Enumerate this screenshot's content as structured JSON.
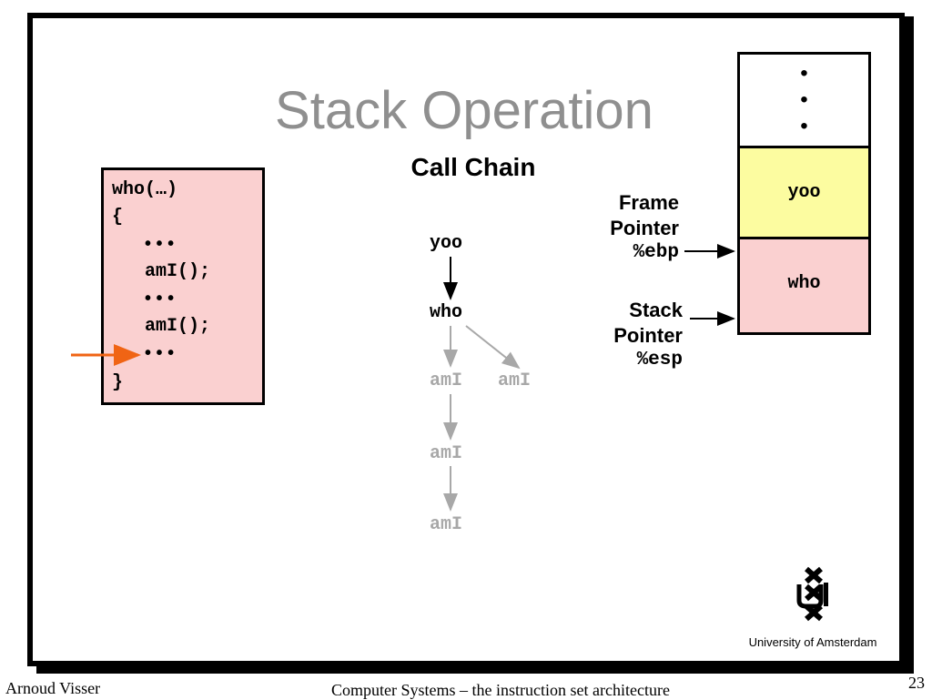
{
  "title": "Stack Operation",
  "subtitle": "Call Chain",
  "code": [
    "who(…)",
    "{",
    "• • •",
    "amI();",
    "• • •",
    "amI();",
    "• • •",
    "}"
  ],
  "chain": {
    "active": [
      "yoo",
      "who"
    ],
    "inactive": [
      "amI",
      "amI",
      "amI",
      "amI"
    ]
  },
  "labels": {
    "frame_pointer": [
      "Frame",
      "Pointer",
      "%ebp"
    ],
    "stack_pointer": [
      "Stack",
      "Pointer",
      "%esp"
    ]
  },
  "stack": {
    "dots": [
      "•",
      "•",
      "•"
    ],
    "frames": [
      {
        "label": "yoo",
        "color": "#fcfca0"
      },
      {
        "label": "who",
        "color": "#fad0d0"
      }
    ]
  },
  "logo": {
    "text": "University  of Amsterdam"
  },
  "footer": {
    "author": "Arnoud Visser",
    "course": "Computer Systems – the instruction set architecture",
    "page": "23"
  },
  "colors": {
    "arrow_current": "#f06414",
    "inactive": "#a8a8a8"
  }
}
